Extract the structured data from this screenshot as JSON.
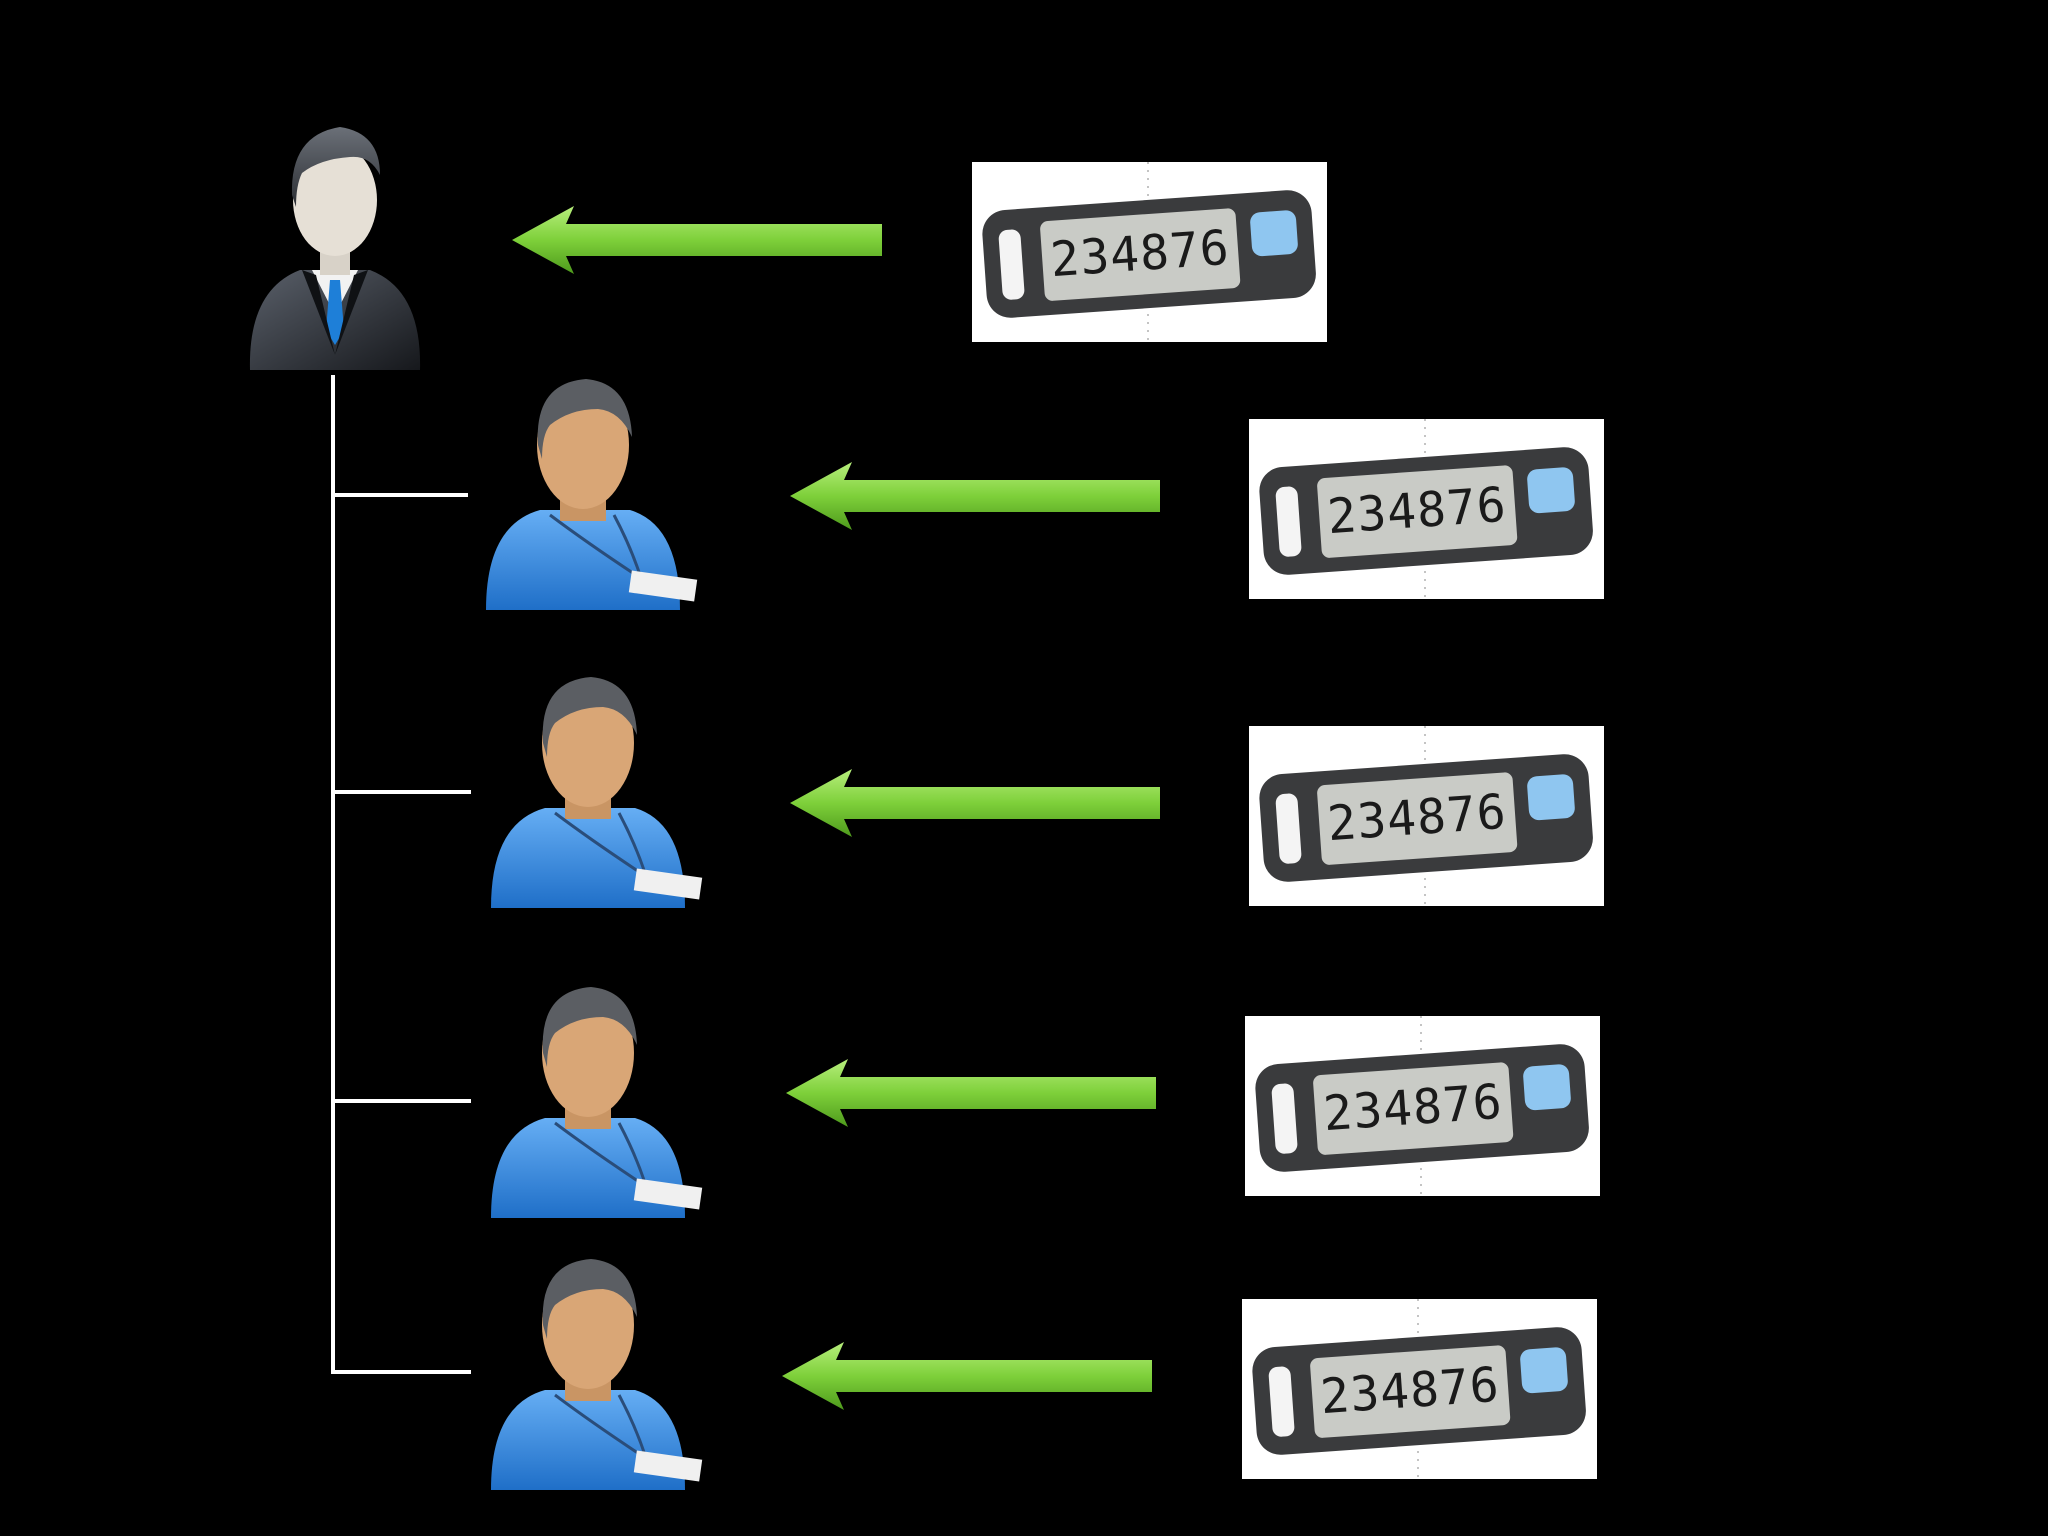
{
  "colors": {
    "background": "#000000",
    "arrow": "#7ed03a",
    "connector": "#ffffff",
    "manager_suit": "#2b2f36",
    "manager_tie": "#1e7fd8",
    "employee_shirt": "#3d8fe6",
    "employee_skin": "#d9a676",
    "token_body": "#3a3b3d",
    "token_screen": "#c9cbc6",
    "token_button": "#8fc6f0"
  },
  "manager": {
    "icon": "manager-icon",
    "token": {
      "code": "234876",
      "icon": "otp-token-icon"
    }
  },
  "employees": [
    {
      "icon": "employee-icon",
      "token": {
        "code": "234876",
        "icon": "otp-token-icon"
      }
    },
    {
      "icon": "employee-icon",
      "token": {
        "code": "234876",
        "icon": "otp-token-icon"
      }
    },
    {
      "icon": "employee-icon",
      "token": {
        "code": "234876",
        "icon": "otp-token-icon"
      }
    },
    {
      "icon": "employee-icon",
      "token": {
        "code": "234876",
        "icon": "otp-token-icon"
      }
    }
  ]
}
